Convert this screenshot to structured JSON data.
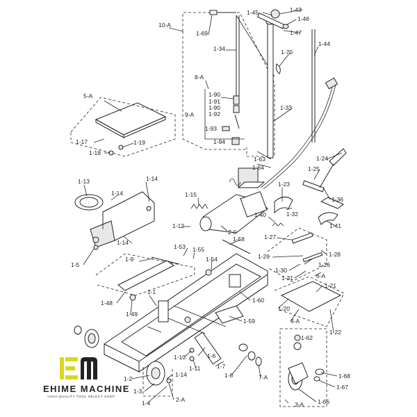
{
  "labels": [
    "10-A",
    "1-69",
    "1-34",
    "8-A",
    "1-90",
    "1-91",
    "1-90",
    "1-92",
    "9-A",
    "1-93",
    "1-94",
    "1-45",
    "1-43",
    "1-46",
    "1-47",
    "1-70",
    "1-44",
    "1-33",
    "5-A",
    "1-17",
    "1-18",
    "1-19",
    "1-13",
    "1-14",
    "1-14",
    "1-5",
    "1-14",
    "1-15",
    "2-0",
    "1-12",
    "1-40",
    "1-32",
    "1-23",
    "1-63",
    "1-64",
    "1-24",
    "1-25",
    "1-36",
    "1-41",
    "1-53",
    "1-55",
    "1-58",
    "1-54",
    "1-9",
    "1-27",
    "1-29",
    "1-28",
    "1-26",
    "1-30",
    "1-31",
    "6-A",
    "1-48",
    "1-49",
    "1-1",
    "1-60",
    "1-59",
    "1-20",
    "1-21",
    "4-A",
    "1-22",
    "1-62",
    "1-10",
    "1-11",
    "1-6",
    "1-7",
    "1-8",
    "7-A",
    "1-2",
    "1-3",
    "1-14",
    "1-4",
    "2-A",
    "1-68",
    "1-67",
    "1-66",
    "3-A"
  ],
  "brand": {
    "logo_icon": "em-logo-icon",
    "name": "EHIME MACHINE",
    "tagline": "HIGH QUALITY TOOL SELECT SHOP"
  }
}
